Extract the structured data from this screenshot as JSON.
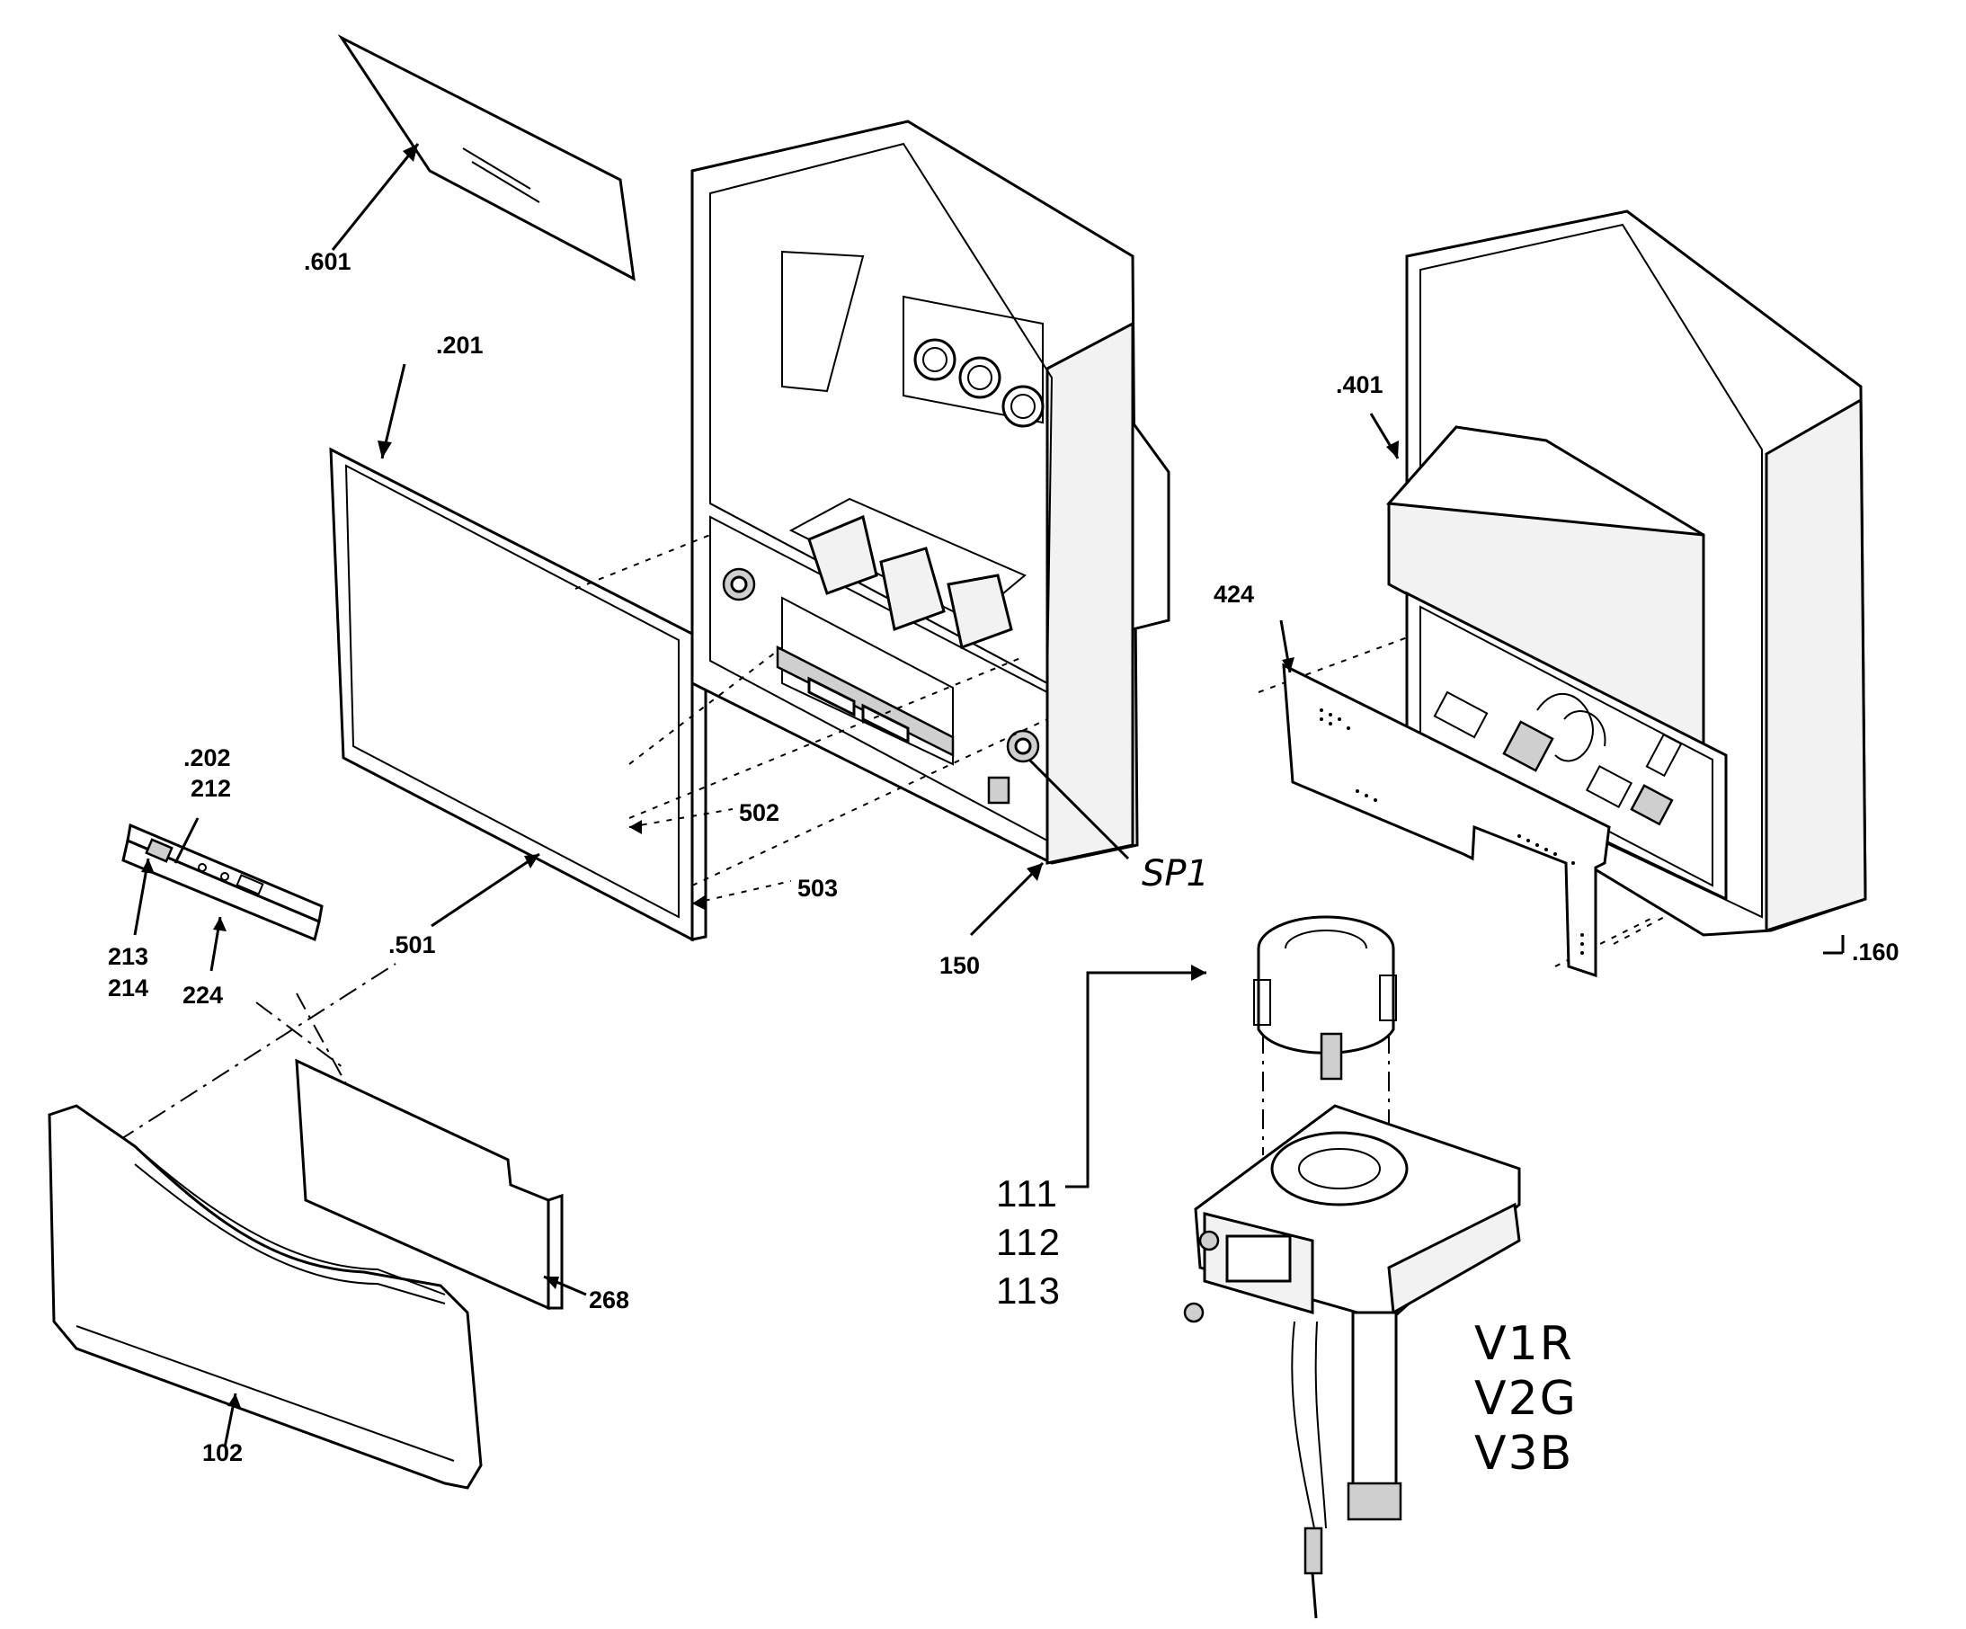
{
  "labels": {
    "l601": ".601",
    "l201": ".201",
    "l202": ".202",
    "l212": "212",
    "l213": "213",
    "l214": "214",
    "l224": "224",
    "l501": ".501",
    "l502": "502",
    "l503": "503",
    "l150": "150",
    "lSP1": "SP1",
    "l401": ".401",
    "l424": "424",
    "l160": ".160",
    "l268": "268",
    "l102": "102",
    "l111": "111",
    "l112": "112",
    "l113": "113",
    "lV1R": "V1R",
    "lV2G": "V2G",
    "lV3B": "V3B"
  }
}
